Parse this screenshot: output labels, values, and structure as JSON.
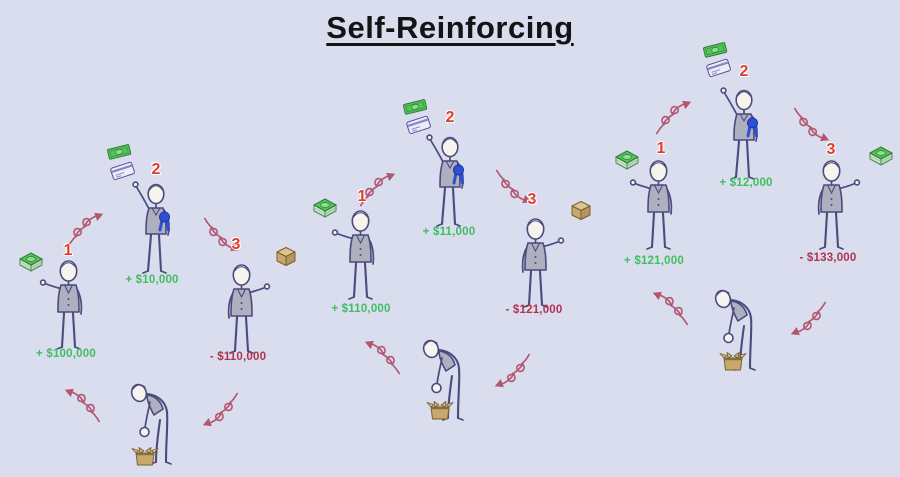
{
  "title": "Self-Reinforcing",
  "colors": {
    "background": "#d9ddee",
    "title_text": "#141414",
    "gain_text": "#3ebf61",
    "loss_text": "#b23350",
    "step_number": "#e23b2c",
    "arrow": "#b4566f",
    "figure_outline": "#4b4b7d",
    "money_green": "#52c45a",
    "ribbon_blue": "#2d4fd2",
    "box_tan": "#c9a86d"
  },
  "cycles": [
    {
      "id": "cycle-1",
      "steps": [
        {
          "number": "1",
          "amount": "+ $100,000",
          "kind": "gain",
          "figure": "person-receiving-money",
          "prop": "money-stack"
        },
        {
          "number": "2",
          "amount": "+ $10,000",
          "kind": "gain",
          "figure": "person-catching-cash-and-card",
          "prop": "cash-bill-and-credit-card"
        },
        {
          "number": "3",
          "amount": "- $110,000",
          "kind": "loss",
          "figure": "person-spending",
          "prop": "closed-box"
        }
      ],
      "bottom_figure": "person-unpacking-box"
    },
    {
      "id": "cycle-2",
      "steps": [
        {
          "number": "1",
          "amount": "+ $110,000",
          "kind": "gain",
          "figure": "person-receiving-money",
          "prop": "money-stack"
        },
        {
          "number": "2",
          "amount": "+ $11,000",
          "kind": "gain",
          "figure": "person-catching-cash-and-card",
          "prop": "cash-bill-and-credit-card"
        },
        {
          "number": "3",
          "amount": "- $121,000",
          "kind": "loss",
          "figure": "person-spending",
          "prop": "closed-box"
        }
      ],
      "bottom_figure": "person-unpacking-box"
    },
    {
      "id": "cycle-3",
      "steps": [
        {
          "number": "1",
          "amount": "+ $121,000",
          "kind": "gain",
          "figure": "person-receiving-money",
          "prop": "money-stack"
        },
        {
          "number": "2",
          "amount": "+ $12,000",
          "kind": "gain",
          "figure": "person-catching-cash-and-card",
          "prop": "cash-bill-and-credit-card"
        },
        {
          "number": "3",
          "amount": "- $133,000",
          "kind": "loss",
          "figure": "person-spending",
          "prop": "money-stack"
        }
      ],
      "bottom_figure": "person-unpacking-box"
    }
  ],
  "edge_prop": "money-stack"
}
